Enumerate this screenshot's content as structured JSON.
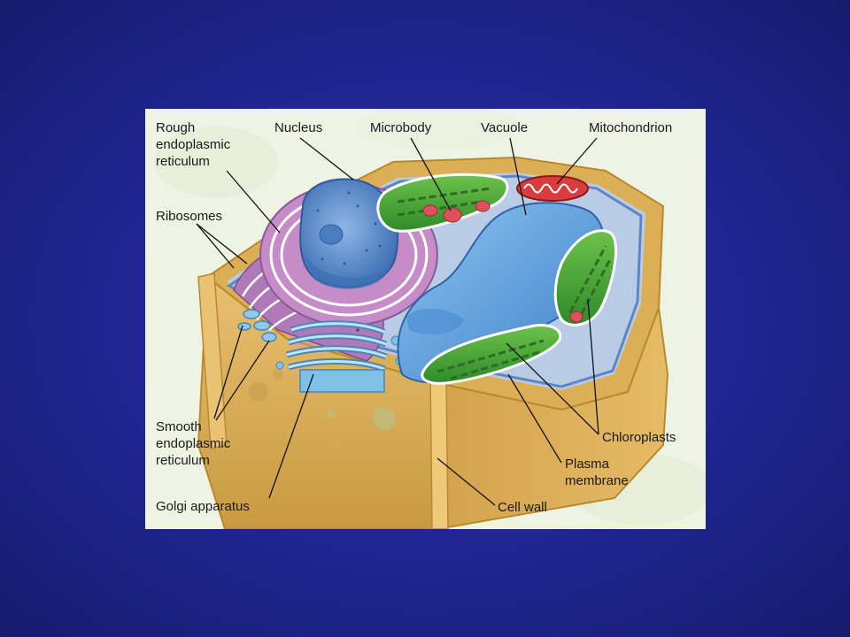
{
  "diagram": {
    "labels": {
      "rough_er": "Rough\nendoplasmic\nreticulum",
      "nucleus": "Nucleus",
      "microbody": "Microbody",
      "vacuole": "Vacuole",
      "mitochondrion": "Mitochondrion",
      "ribosomes": "Ribosomes",
      "smooth_er": "Smooth\nendoplasmic\nreticulum",
      "golgi": "Golgi apparatus",
      "chloroplasts": "Chloroplasts",
      "plasma_membrane": "Plasma\nmembrane",
      "cell_wall": "Cell wall"
    },
    "colors": {
      "slide_background": "#1f2590",
      "figure_background": "#eef3e4",
      "cell_wall": "#e2b35a",
      "cytoplasm": "#9fb8d9",
      "nucleus": "#5a8cc8",
      "er": "#b07ab8",
      "vacuole": "#6aa6e0",
      "chloroplast": "#4fa83c",
      "mitochondrion": "#d83c3c",
      "golgi": "#7ec0e6",
      "microbody": "#e0505a"
    }
  }
}
